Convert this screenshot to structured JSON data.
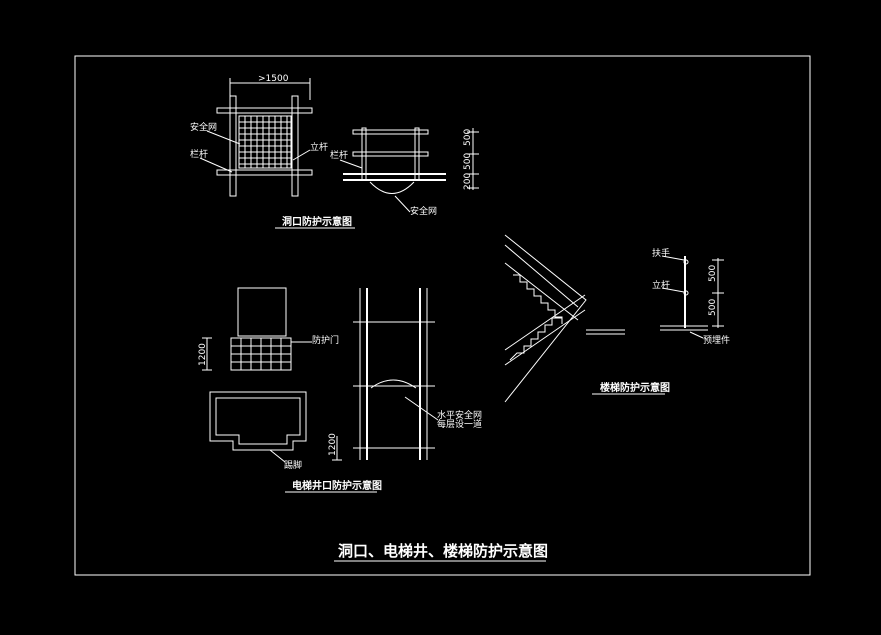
{
  "drawing": {
    "main_title": "洞口、电梯井、楼梯防护示意图",
    "opening_caption": "洞口防护示意图",
    "elevator_caption": "电梯井口防护示意图",
    "stair_caption": "楼梯防护示意图"
  },
  "dimensions": {
    "opening_width": ">1500",
    "rail_height_1": "500",
    "rail_height_2": "500",
    "toe_height": "200",
    "elevator_height": "1200",
    "elevator_shaft_height": "1200",
    "stair_rail_1": "500",
    "stair_rail_2": "500"
  },
  "notes": {
    "net": "安全网",
    "rail_left": "栏杆",
    "rail_right": "立杆",
    "side_rail": "栏杆",
    "net_bottom": "安全网",
    "elevator_door": "防护门",
    "elevator_toe": "踢脚",
    "shaft_net": "水平安全网",
    "shaft_net_2": "每层设一道",
    "stair_top": "扶手",
    "stair_mid": "立杆",
    "stair_base": "预埋件"
  },
  "colors": {
    "background": "#000000",
    "lines": "#ffffff"
  }
}
